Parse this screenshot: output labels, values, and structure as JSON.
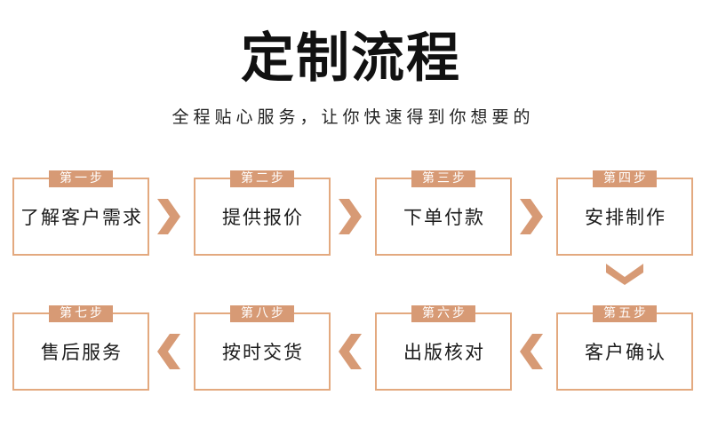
{
  "header": {
    "title": "定制流程",
    "subtitle": "全程贴心服务，让你快速得到你想要的"
  },
  "colors": {
    "badge_bg": "#d79a75",
    "box_border": "#e3a97f",
    "arrow": "#d79a75",
    "title_text": "#111111",
    "label_text": "#1b1b1b",
    "page_bg": "#ffffff"
  },
  "flow": {
    "row1": [
      {
        "badge": "第一步",
        "label": "了解客户需求"
      },
      {
        "badge": "第二步",
        "label": "提供报价"
      },
      {
        "badge": "第三步",
        "label": "下单付款"
      },
      {
        "badge": "第四步",
        "label": "安排制作"
      }
    ],
    "row2": [
      {
        "badge": "第七步",
        "label": "售后服务"
      },
      {
        "badge": "第八步",
        "label": "按时交货"
      },
      {
        "badge": "第六步",
        "label": "出版核对"
      },
      {
        "badge": "第五步",
        "label": "客户确认"
      }
    ],
    "arrows": {
      "row1": [
        "chevron-right-icon",
        "chevron-right-icon",
        "chevron-right-icon"
      ],
      "row2": [
        "chevron-left-icon",
        "chevron-left-icon",
        "chevron-left-icon"
      ],
      "connector": "chevron-down-icon"
    }
  }
}
